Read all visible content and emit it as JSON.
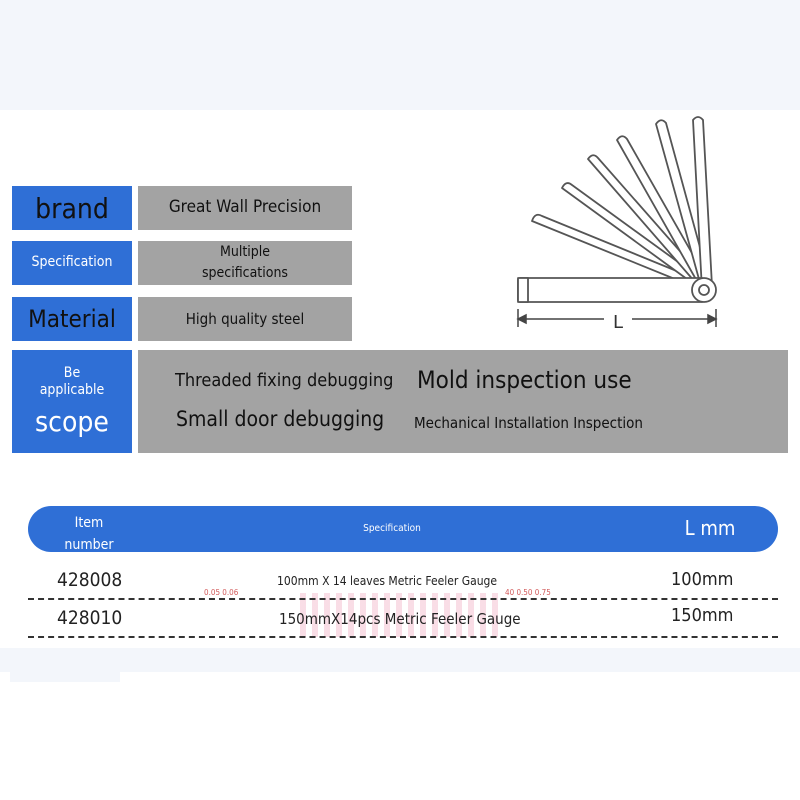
{
  "spec_table": {
    "brand": {
      "label": "brand",
      "value": "Great Wall Precision"
    },
    "specification": {
      "label": "Specification",
      "value_lines": [
        "Multiple",
        "specifications"
      ]
    },
    "material": {
      "label": "Material",
      "value": "High quality steel"
    },
    "scope": {
      "label_lines": [
        "Be",
        "applicable",
        "scope"
      ],
      "items": [
        "Threaded fixing debugging",
        "Mold inspection use",
        "Small door debugging",
        "Mechanical Installation Inspection"
      ]
    }
  },
  "diagram": {
    "dimension_label": "L"
  },
  "product_table": {
    "headers": {
      "item_lines": [
        "Item",
        "number"
      ],
      "spec": "Specification",
      "length": "L mm"
    },
    "rows": [
      {
        "item": "428008",
        "spec": "100mm X 14 leaves Metric Feeler Gauge",
        "length": "100mm"
      },
      {
        "item": "428010",
        "spec": "150mmX14pcs Metric Feeler Gauge",
        "length": "150mm"
      }
    ],
    "scale_hint_left": "0.05   0.06",
    "scale_hint_right": "40   0.50   0.75"
  },
  "colors": {
    "accent_blue": "#2f6fd6",
    "value_gray": "#a3a3a3"
  }
}
